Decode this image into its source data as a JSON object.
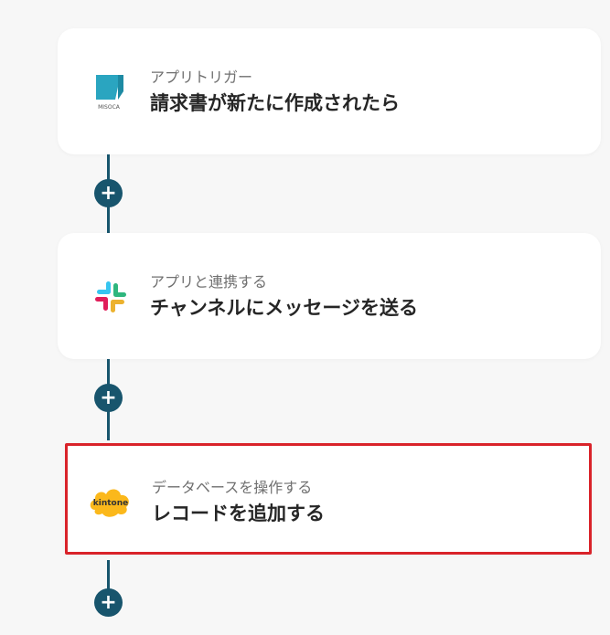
{
  "steps": [
    {
      "subtitle": "アプリトリガー",
      "title": "請求書が新たに作成されたら",
      "icon": "misoca-logo-icon",
      "logo_text": "MISOCA"
    },
    {
      "subtitle": "アプリと連携する",
      "title": "チャンネルにメッセージを送る",
      "icon": "slack-logo-icon"
    },
    {
      "subtitle": "データベースを操作する",
      "title": "レコードを追加する",
      "icon": "kintone-logo-icon",
      "logo_text": "kintone"
    }
  ],
  "add_button_symbol": "+",
  "colors": {
    "connector": "#18556d",
    "highlight_border": "#d9232a",
    "misoca": "#2aa5c0",
    "kintone": "#fbb81b"
  }
}
